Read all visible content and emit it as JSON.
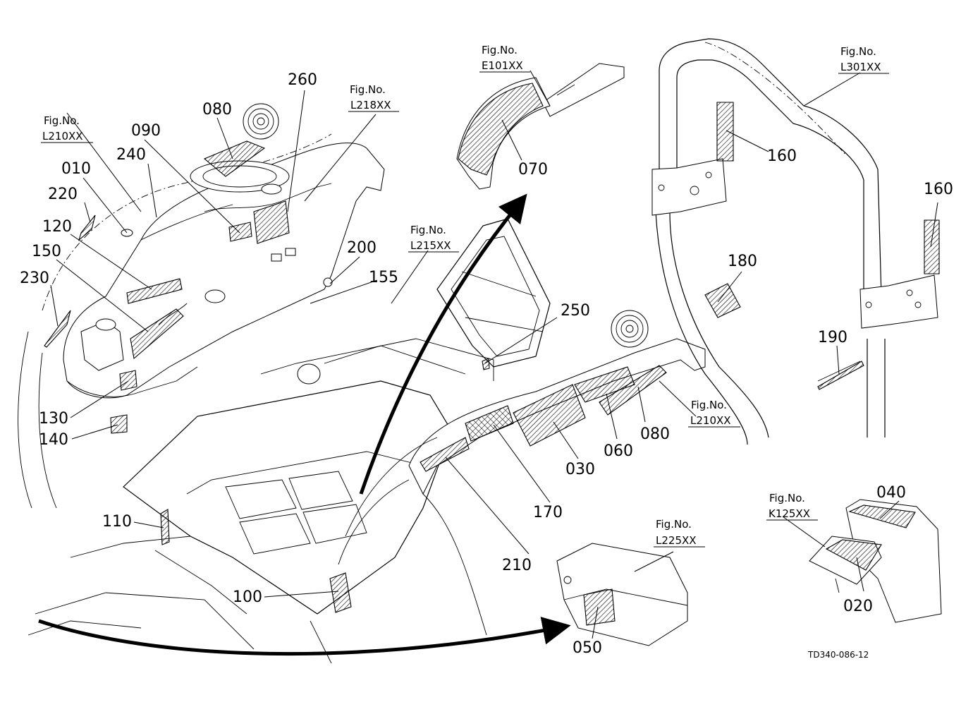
{
  "callouts": {
    "c260": "260",
    "c080a": "080",
    "c090": "090",
    "c240": "240",
    "c010": "010",
    "c220": "220",
    "c120": "120",
    "c150": "150",
    "c230": "230",
    "c130": "130",
    "c140": "140",
    "c110": "110",
    "c100": "100",
    "c200": "200",
    "c155": "155",
    "c070": "070",
    "c250": "250",
    "c160a": "160",
    "c160b": "160",
    "c180": "180",
    "c190": "190",
    "c030": "030",
    "c060": "060",
    "c080b": "080",
    "c170": "170",
    "c210": "210",
    "c040": "040",
    "c020": "020",
    "c050": "050"
  },
  "fig_refs": {
    "label": "Fig.No.",
    "l210a": "L210XX",
    "l218": "L218XX",
    "e101": "E101XX",
    "l215": "L215XX",
    "l301": "L301XX",
    "l210b": "L210XX",
    "k125": "K125XX",
    "l225": "L225XX"
  },
  "drawing_code": "TD340-086-12",
  "icons": [
    "fender-decal-icon",
    "seat-icon",
    "rops-frame-icon",
    "step-panel-icon"
  ]
}
